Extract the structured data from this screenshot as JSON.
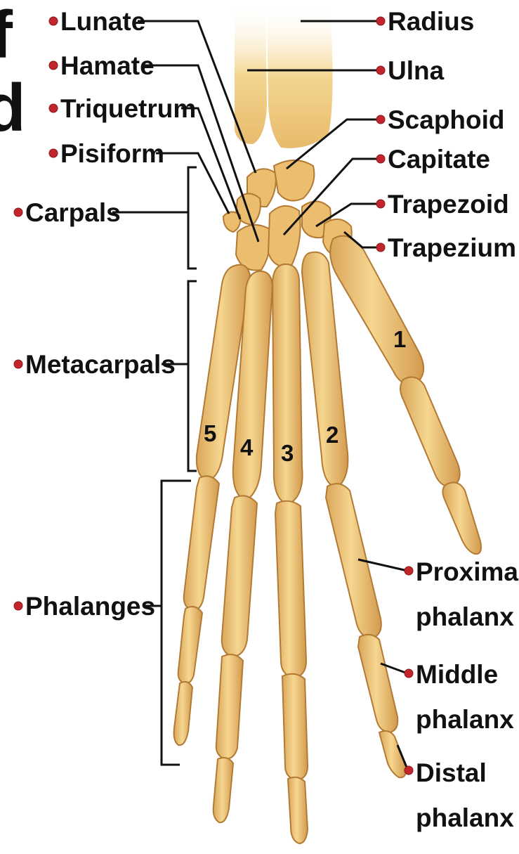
{
  "title_fragments": [
    "f",
    "d"
  ],
  "labels": {
    "lunate": "Lunate",
    "hamate": "Hamate",
    "triquetrum": "Triquetrum",
    "pisiform": "Pisiform",
    "carpals": "Carpals",
    "metacarpals": "Metacarpals",
    "phalanges": "Phalanges",
    "radius": "Radius",
    "ulna": "Ulna",
    "scaphoid": "Scaphoid",
    "capitate": "Capitate",
    "trapezoid": "Trapezoid",
    "trapezium": "Trapezium",
    "proximal_1": "Proximal",
    "proximal_2": "phalanx",
    "middle_1": "Middle",
    "middle_2": "phalanx",
    "distal_1": "Distal",
    "distal_2": "phalanx"
  },
  "digit_numbers": [
    "1",
    "2",
    "3",
    "4",
    "5"
  ],
  "colors": {
    "bone": "#ecc177",
    "bone_dark": "#c08a3c",
    "bone_light": "#f8dea0",
    "label_dot": "#c0262c",
    "leader_line": "#111111",
    "text": "#111111"
  }
}
